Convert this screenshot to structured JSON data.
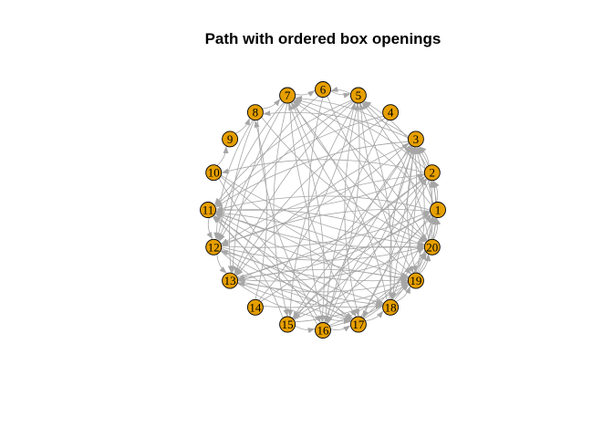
{
  "title": "Path with ordered box openings",
  "colors": {
    "node_fill": "#E69F00",
    "node_stroke": "#000000",
    "edge": "#A6A6A6"
  },
  "graph": {
    "type": "directed-circular",
    "nodes": [
      "1",
      "2",
      "3",
      "4",
      "5",
      "6",
      "7",
      "8",
      "9",
      "10",
      "11",
      "12",
      "13",
      "14",
      "15",
      "16",
      "17",
      "18",
      "19",
      "20"
    ],
    "edges": [
      [
        "6",
        "5"
      ],
      [
        "5",
        "6"
      ],
      [
        "7",
        "6"
      ],
      [
        "8",
        "7"
      ],
      [
        "9",
        "8"
      ],
      [
        "10",
        "9"
      ],
      [
        "1",
        "3"
      ],
      [
        "2",
        "3"
      ],
      [
        "1",
        "2"
      ],
      [
        "20",
        "1"
      ],
      [
        "19",
        "20"
      ],
      [
        "18",
        "19"
      ],
      [
        "17",
        "18"
      ],
      [
        "16",
        "17"
      ],
      [
        "15",
        "16"
      ],
      [
        "12",
        "13"
      ],
      [
        "11",
        "12"
      ],
      [
        "1",
        "5"
      ],
      [
        "1",
        "7"
      ],
      [
        "1",
        "11"
      ],
      [
        "1",
        "12"
      ],
      [
        "1",
        "15"
      ],
      [
        "1",
        "17"
      ],
      [
        "2",
        "5"
      ],
      [
        "2",
        "7"
      ],
      [
        "2",
        "10"
      ],
      [
        "2",
        "12"
      ],
      [
        "2",
        "15"
      ],
      [
        "2",
        "16"
      ],
      [
        "2",
        "18"
      ],
      [
        "3",
        "7"
      ],
      [
        "3",
        "8"
      ],
      [
        "3",
        "11"
      ],
      [
        "3",
        "13"
      ],
      [
        "3",
        "16"
      ],
      [
        "3",
        "18"
      ],
      [
        "3",
        "19"
      ],
      [
        "4",
        "11"
      ],
      [
        "4",
        "13"
      ],
      [
        "4",
        "16"
      ],
      [
        "5",
        "11"
      ],
      [
        "5",
        "12"
      ],
      [
        "5",
        "13"
      ],
      [
        "5",
        "15"
      ],
      [
        "5",
        "17"
      ],
      [
        "5",
        "19"
      ],
      [
        "6",
        "12"
      ],
      [
        "6",
        "16"
      ],
      [
        "6",
        "20"
      ],
      [
        "7",
        "12"
      ],
      [
        "7",
        "13"
      ],
      [
        "7",
        "15"
      ],
      [
        "7",
        "17"
      ],
      [
        "7",
        "19"
      ],
      [
        "7",
        "20"
      ],
      [
        "8",
        "12"
      ],
      [
        "8",
        "13"
      ],
      [
        "8",
        "16"
      ],
      [
        "8",
        "20"
      ],
      [
        "10",
        "20"
      ],
      [
        "10",
        "19"
      ],
      [
        "10",
        "17"
      ],
      [
        "11",
        "20"
      ],
      [
        "11",
        "19"
      ],
      [
        "11",
        "17"
      ],
      [
        "11",
        "18"
      ],
      [
        "11",
        "2"
      ],
      [
        "12",
        "20"
      ],
      [
        "12",
        "19"
      ],
      [
        "12",
        "18"
      ],
      [
        "12",
        "17"
      ],
      [
        "12",
        "1"
      ],
      [
        "12",
        "3"
      ],
      [
        "13",
        "20"
      ],
      [
        "13",
        "19"
      ],
      [
        "13",
        "18"
      ],
      [
        "13",
        "17"
      ],
      [
        "13",
        "2"
      ],
      [
        "13",
        "1"
      ],
      [
        "14",
        "19"
      ],
      [
        "14",
        "3"
      ],
      [
        "14",
        "5"
      ],
      [
        "14",
        "8"
      ],
      [
        "15",
        "19"
      ],
      [
        "15",
        "3"
      ],
      [
        "15",
        "2"
      ],
      [
        "15",
        "1"
      ],
      [
        "15",
        "11"
      ],
      [
        "16",
        "20"
      ],
      [
        "16",
        "19"
      ],
      [
        "16",
        "3"
      ],
      [
        "16",
        "5"
      ],
      [
        "16",
        "7"
      ],
      [
        "16",
        "11"
      ],
      [
        "17",
        "3"
      ],
      [
        "17",
        "1"
      ],
      [
        "17",
        "20"
      ],
      [
        "17",
        "13"
      ],
      [
        "17",
        "12"
      ],
      [
        "18",
        "3"
      ],
      [
        "18",
        "1"
      ],
      [
        "18",
        "7"
      ],
      [
        "18",
        "5"
      ],
      [
        "18",
        "11"
      ],
      [
        "19",
        "1"
      ],
      [
        "19",
        "2"
      ],
      [
        "19",
        "3"
      ],
      [
        "19",
        "11"
      ],
      [
        "19",
        "13"
      ],
      [
        "20",
        "3"
      ],
      [
        "20",
        "2"
      ],
      [
        "20",
        "5"
      ],
      [
        "20",
        "7"
      ],
      [
        "20",
        "13"
      ],
      [
        "20",
        "11"
      ]
    ]
  }
}
